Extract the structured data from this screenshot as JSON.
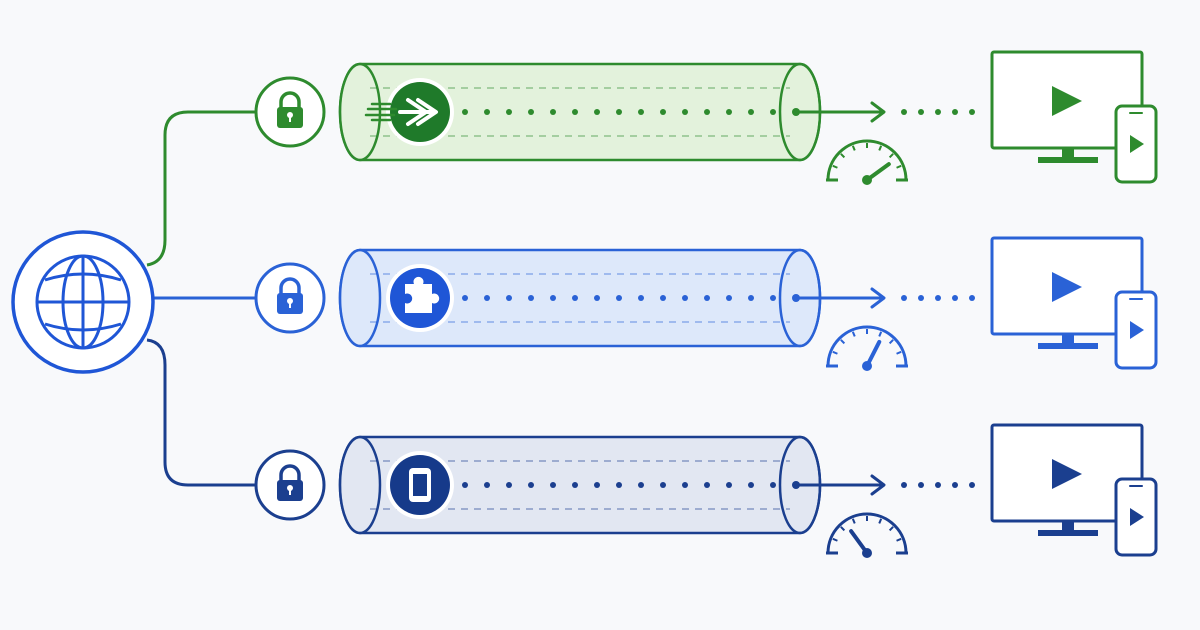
{
  "diagram": {
    "source_icon": "globe-icon",
    "lanes": [
      {
        "id": "green",
        "color": "#2e8b2e",
        "fill": "#e3f2dc",
        "badge_fill": "#1f7a2a",
        "lock_icon": "lock-icon",
        "badge_icon": "fast-forward-arrow-icon",
        "gauge_level": 0.8,
        "destination_icons": [
          "monitor-icon",
          "smartphone-icon",
          "play-icon"
        ]
      },
      {
        "id": "blue",
        "color": "#2a62d6",
        "fill": "#dde8fa",
        "badge_fill": "#1f56d6",
        "lock_icon": "lock-icon",
        "badge_icon": "puzzle-piece-icon",
        "gauge_level": 0.65,
        "destination_icons": [
          "monitor-icon",
          "smartphone-icon",
          "play-icon"
        ]
      },
      {
        "id": "navy",
        "color": "#1b3f8f",
        "fill": "#e2e7f2",
        "badge_fill": "#163a8a",
        "lock_icon": "lock-icon",
        "badge_icon": "smartphone-icon",
        "gauge_level": 0.3,
        "destination_icons": [
          "monitor-icon",
          "smartphone-icon",
          "play-icon"
        ]
      }
    ]
  }
}
